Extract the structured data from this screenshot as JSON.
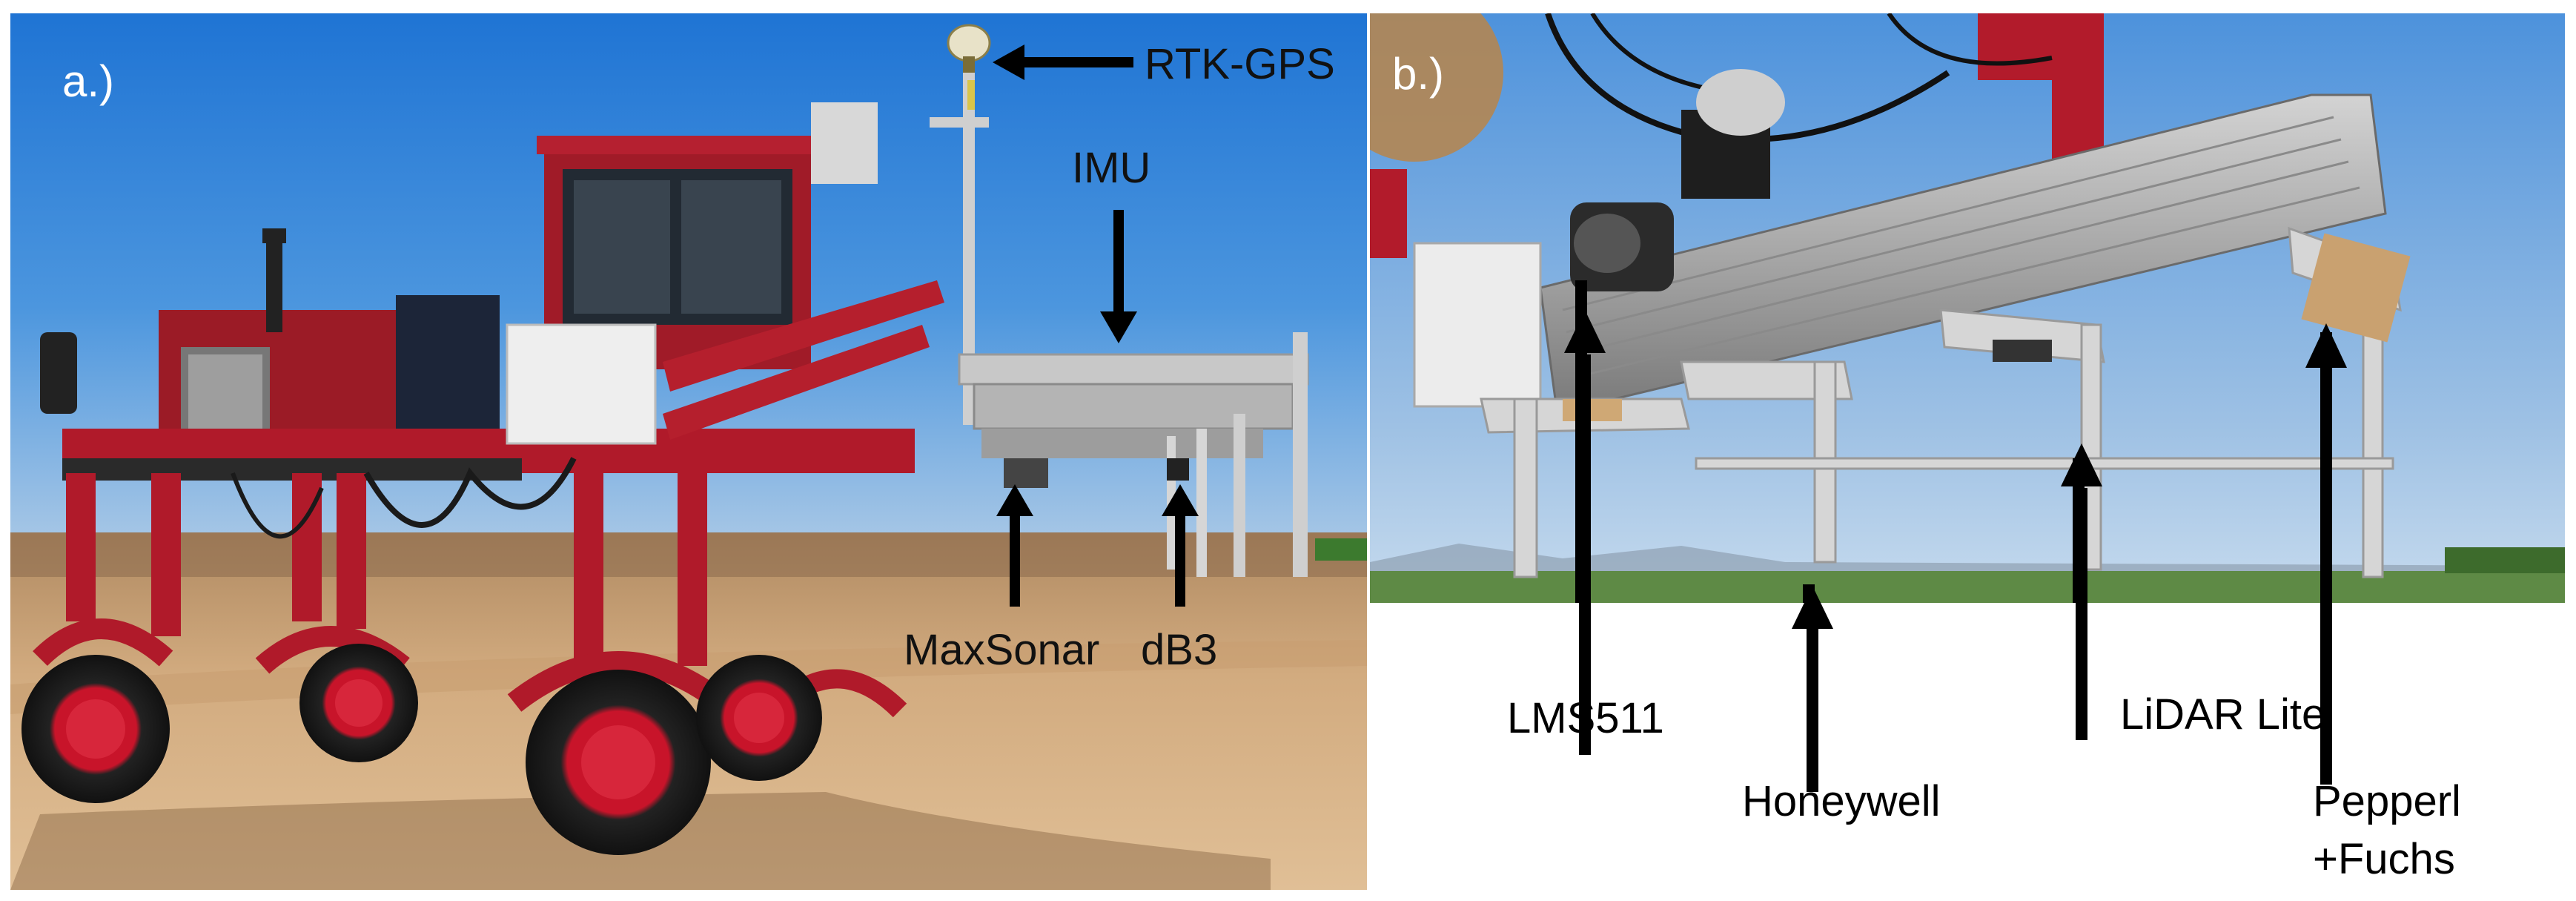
{
  "figure": {
    "panel_a": {
      "label": "a.)",
      "annotations": {
        "rtk_gps": "RTK-GPS",
        "imu": "IMU",
        "maxsonar": "MaxSonar",
        "db3": "dB3"
      }
    },
    "panel_b": {
      "label": "b.)",
      "annotations": {
        "lms511": "LMS511",
        "honeywell": "Honeywell",
        "lidar_lite": "LiDAR Lite",
        "pepperl_fuchs": [
          "Pepperl",
          "+Fuchs"
        ]
      }
    }
  }
}
